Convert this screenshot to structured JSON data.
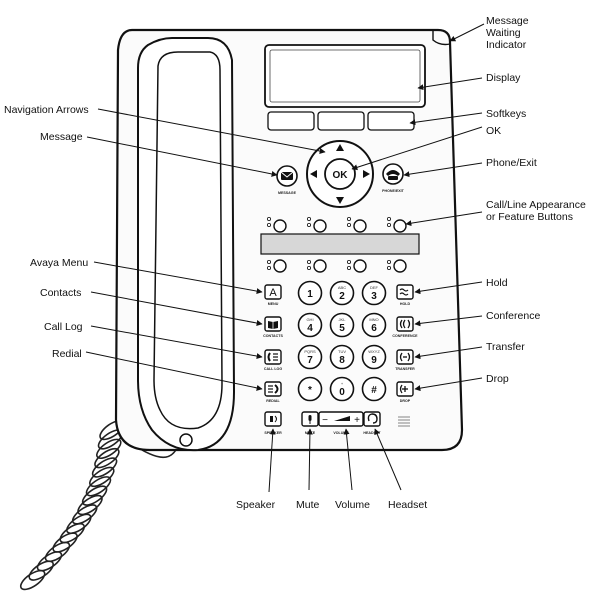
{
  "callouts": {
    "mwi": [
      "Message",
      "Waiting",
      "Indicator"
    ],
    "display": "Display",
    "softkeys": "Softkeys",
    "navigation_arrows": "Navigation Arrows",
    "ok": "OK",
    "message": "Message",
    "phone_exit": "Phone/Exit",
    "call_line": [
      "Call/Line Appearance",
      "or Feature Buttons"
    ],
    "avaya_menu": "Avaya Menu",
    "contacts": "Contacts",
    "call_log": "Call  Log",
    "redial": "Redial",
    "hold": "Hold",
    "conference": "Conference",
    "transfer": "Transfer",
    "drop": "Drop",
    "speaker": "Speaker",
    "mute": "Mute",
    "volume": "Volume",
    "headset": "Headset"
  },
  "button_labels": {
    "message": "MESSAGE",
    "phone_exit": "PHONE/EXIT",
    "menu": "MENU",
    "contacts": "CONTACTS",
    "call_log": "CALL LOG",
    "redial": "REDIAL",
    "hold": "HOLD",
    "conference": "CONFERENCE",
    "transfer": "TRANSFER",
    "drop": "DROP",
    "speaker": "SPEAKER",
    "mute": "MUTE",
    "volume": "VOLUME",
    "headset": "HEADSET"
  },
  "nav_ok_label": "OK",
  "menu_key_glyph": "A",
  "volume_minus": "−",
  "volume_plus": "+",
  "keypad": [
    {
      "main": "1",
      "sub": ""
    },
    {
      "main": "2",
      "sub": "ABC"
    },
    {
      "main": "3",
      "sub": "DEF"
    },
    {
      "main": "4",
      "sub": "GHI"
    },
    {
      "main": "5",
      "sub": "JKL"
    },
    {
      "main": "6",
      "sub": "MNO"
    },
    {
      "main": "7",
      "sub": "PQRS"
    },
    {
      "main": "8",
      "sub": "TUV"
    },
    {
      "main": "9",
      "sub": "WXYZ"
    },
    {
      "main": "*",
      "sub": ""
    },
    {
      "main": "0",
      "sub": "+"
    },
    {
      "main": "#",
      "sub": ""
    }
  ]
}
